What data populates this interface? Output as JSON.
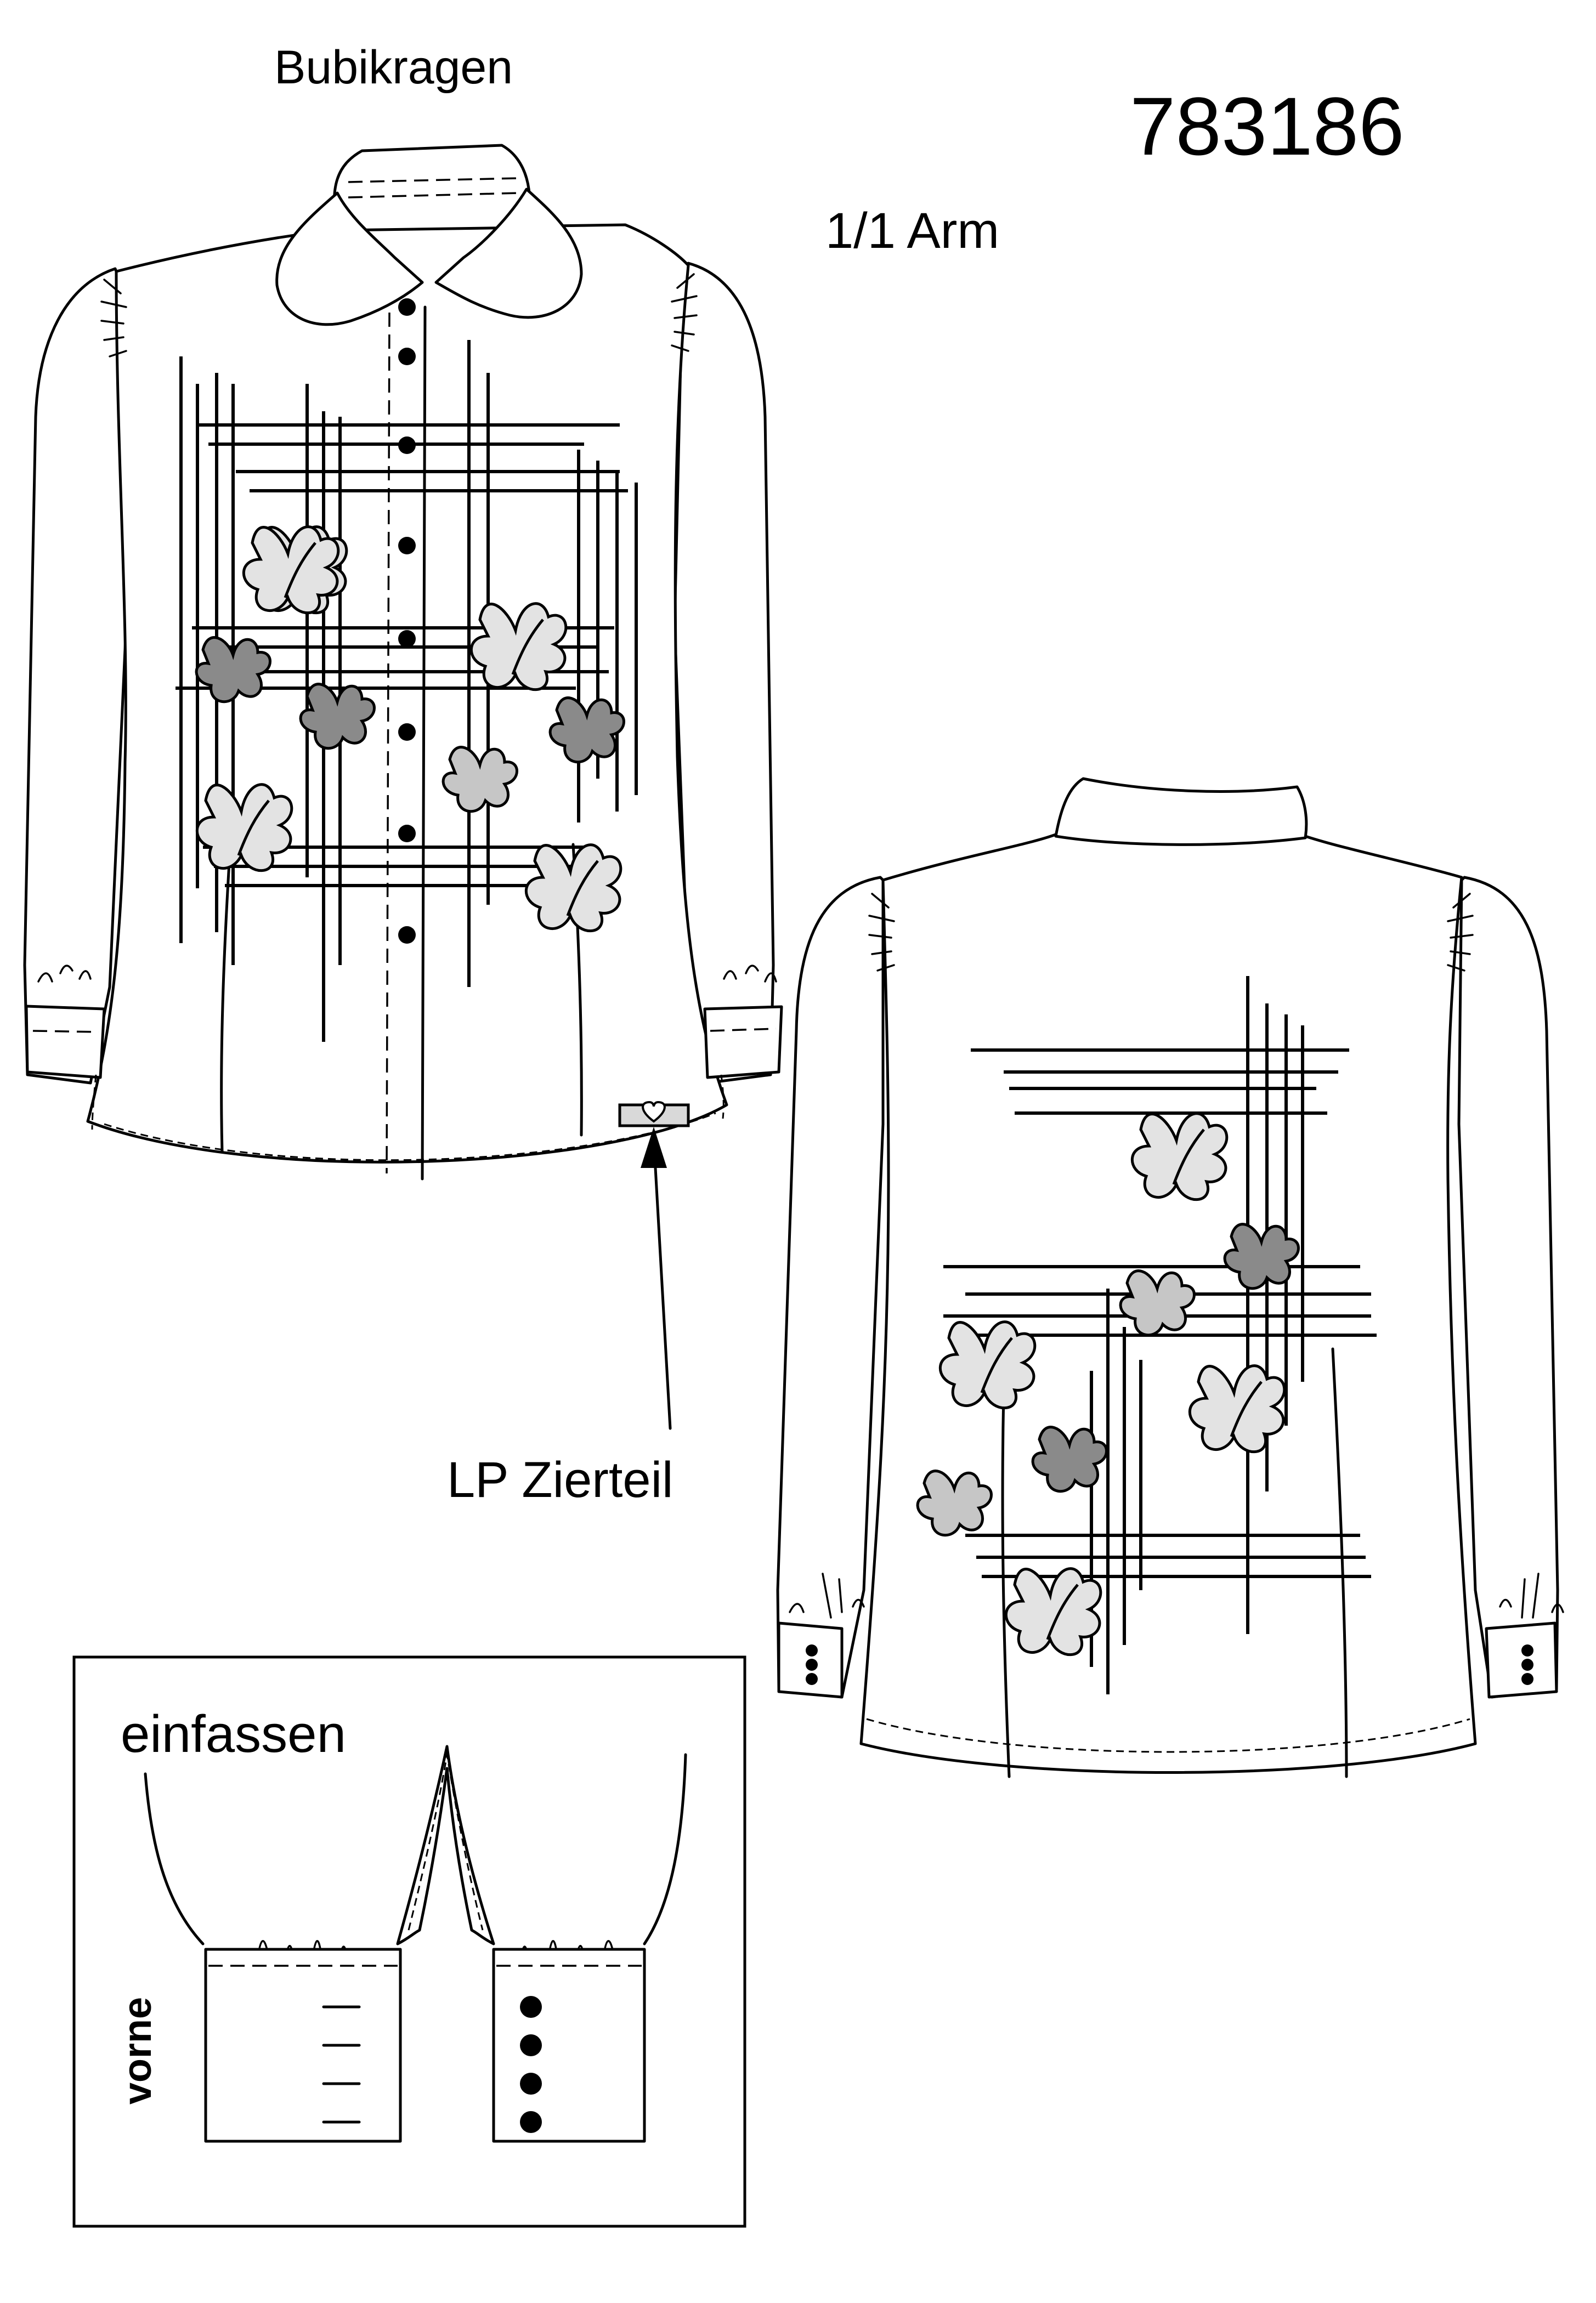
{
  "sheet": {
    "article_number": "783186",
    "collar_label": "Bubikragen",
    "sleeve_label": "1/1 Arm",
    "trim_label": "LP Zierteil",
    "cuff_detail_label": "einfassen",
    "front_label": "vorne"
  },
  "colors": {
    "line": "#000000",
    "leaf_light": "#e3e3e3",
    "leaf_mid": "#c6c6c6",
    "leaf_dark": "#8a8a8a",
    "paper": "#ffffff"
  }
}
